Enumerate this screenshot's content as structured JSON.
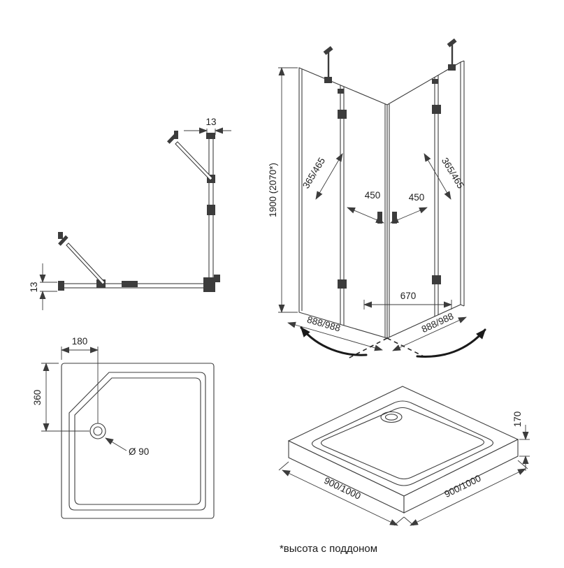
{
  "footnote": "*высота с поддоном",
  "colors": {
    "ink": "#3c3c3c",
    "background": "#ffffff"
  },
  "frame_plan": {
    "dim_top": "13",
    "dim_left": "13"
  },
  "enclosure_iso": {
    "dim_height": "1900 (2070*)",
    "dim_left_panel": "365/465",
    "dim_right_panel": "365/465",
    "dim_left_door": "450",
    "dim_right_door": "450",
    "dim_opening": "670",
    "dim_base_left": "888/988",
    "dim_base_right": "888/988"
  },
  "tray_plan": {
    "dim_drain_x": "180",
    "dim_drain_y": "360",
    "dim_drain_diameter": "Ø 90"
  },
  "tray_iso": {
    "dim_height": "170",
    "dim_base_left": "900/1000",
    "dim_base_right": "900/1000"
  }
}
